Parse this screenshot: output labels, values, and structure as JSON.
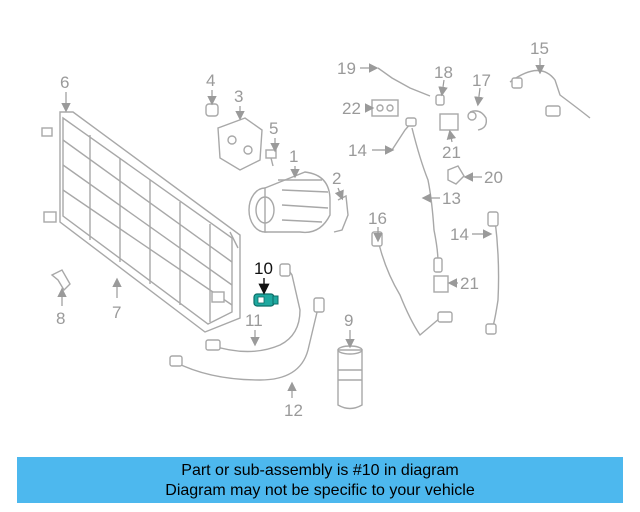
{
  "callouts": {
    "c1": "1",
    "c2": "2",
    "c3": "3",
    "c4": "4",
    "c5": "5",
    "c6": "6",
    "c7": "7",
    "c8": "8",
    "c9": "9",
    "c10": "10",
    "c11": "11",
    "c12": "12",
    "c13": "13",
    "c14a": "14",
    "c14b": "14",
    "c15": "15",
    "c16": "16",
    "c17": "17",
    "c18": "18",
    "c19": "19",
    "c20": "20",
    "c21a": "21",
    "c21b": "21",
    "c22": "22"
  },
  "highlight_color": "#1fa9a0",
  "banner": {
    "line1": "Part or sub-assembly is #10 in diagram",
    "line2": "Diagram may not be specific to your vehicle",
    "color": "#4db8ee"
  }
}
